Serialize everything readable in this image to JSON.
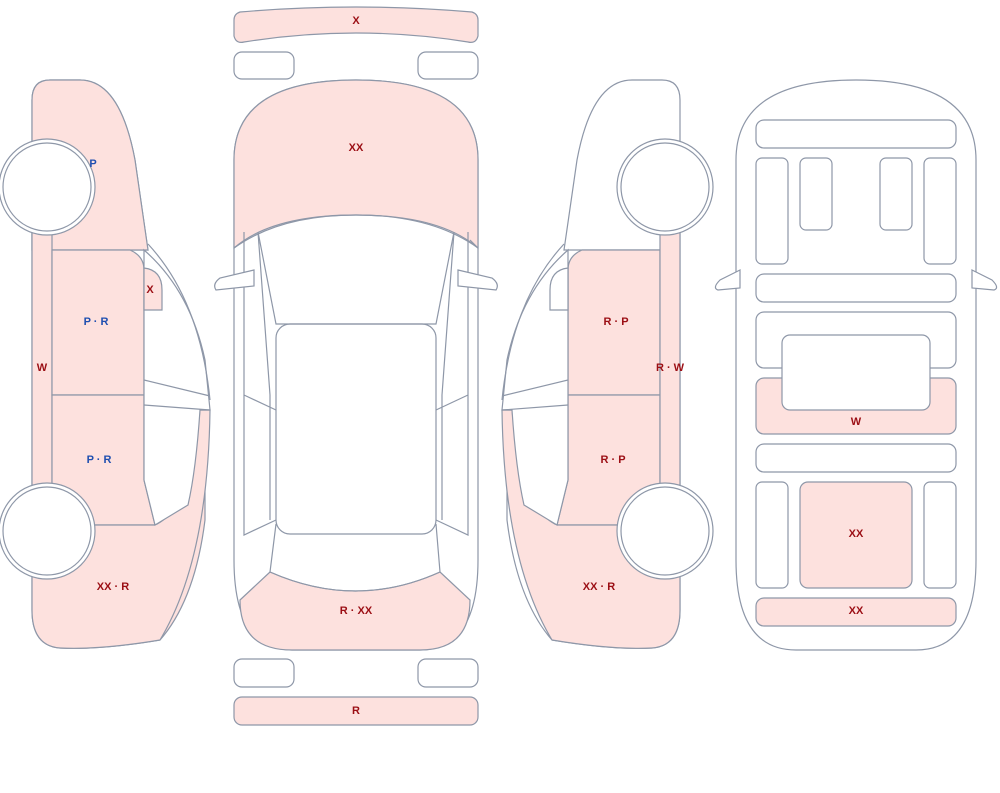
{
  "colors": {
    "damage_fill": "#fde1de",
    "outline": "#8e97a8",
    "label_red": "#9b0e14",
    "label_blue": "#1f4fb0"
  },
  "labels": {
    "front_bumper": "X",
    "hood": "XX",
    "rear_bumper_area": "R · XX",
    "rear_bumper": "R",
    "left_fender": "P",
    "left_mirror": "X",
    "left_front_door": "P · R",
    "left_rear_door": "P · R",
    "left_rocker": "W",
    "left_quarter": "XX · R",
    "right_front_door": "R · P",
    "right_rear_door": "R · P",
    "right_rocker": "R · W",
    "right_quarter": "XX · R",
    "interior_rear_seat": "W",
    "interior_cargo": "XX",
    "interior_trunk_sill": "XX"
  }
}
